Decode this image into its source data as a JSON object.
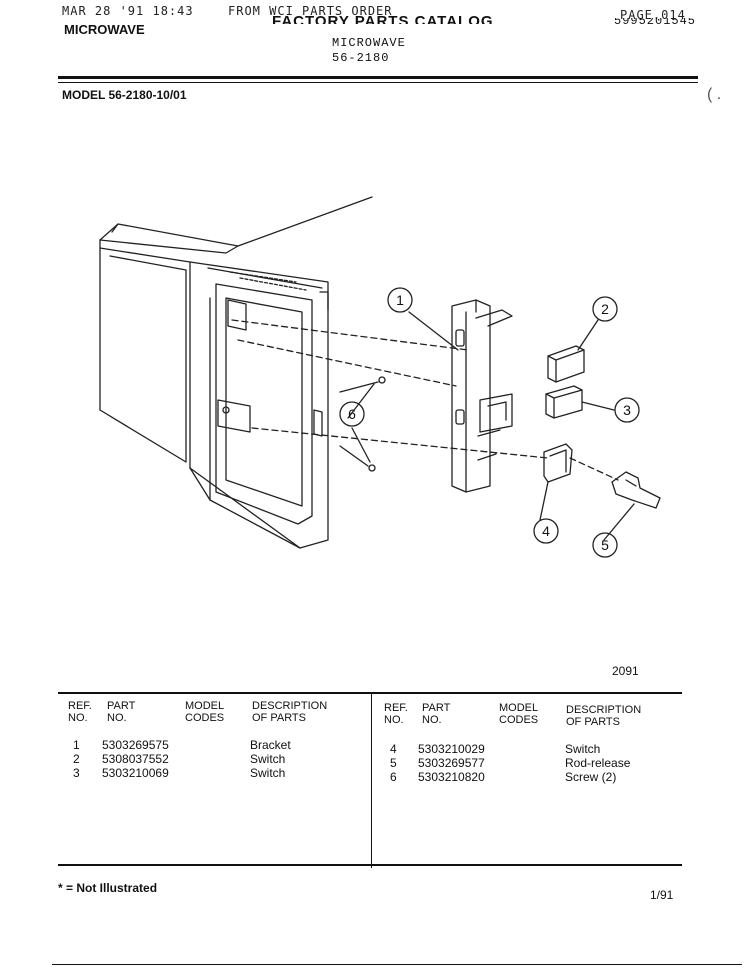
{
  "fax_header": {
    "timestamp": "MAR 28 '91 18:43",
    "from": "FROM WCI PARTS ORDER",
    "page": "PAGE.014"
  },
  "header": {
    "section": "MICROWAVE",
    "catalog_title": "FACTORY PARTS CATALOG",
    "product": "MICROWAVE",
    "product_number": "56-2180",
    "catalog_number": "5995201545"
  },
  "model_line": "MODEL 56-2180-10/01",
  "diagram": {
    "callouts": [
      "1",
      "2",
      "3",
      "4",
      "5",
      "6"
    ],
    "figure_number": "2091"
  },
  "table": {
    "headers": {
      "ref": "REF. NO.",
      "part": "PART NO.",
      "model": "MODEL CODES",
      "desc": "DESCRIPTION OF PARTS"
    },
    "left_rows": [
      {
        "ref": "1",
        "part": "5303269575",
        "model": "",
        "desc": "Bracket"
      },
      {
        "ref": "2",
        "part": "5308037552",
        "model": "",
        "desc": "Switch"
      },
      {
        "ref": "3",
        "part": "5303210069",
        "model": "",
        "desc": "Switch"
      }
    ],
    "right_rows": [
      {
        "ref": "4",
        "part": "5303210029",
        "model": "",
        "desc": "Switch"
      },
      {
        "ref": "5",
        "part": "5303269577",
        "model": "",
        "desc": "Rod-release"
      },
      {
        "ref": "6",
        "part": "5303210820",
        "model": "",
        "desc": "Screw (2)"
      }
    ]
  },
  "footer": {
    "note": "* = Not Illustrated",
    "date": "1/91"
  }
}
